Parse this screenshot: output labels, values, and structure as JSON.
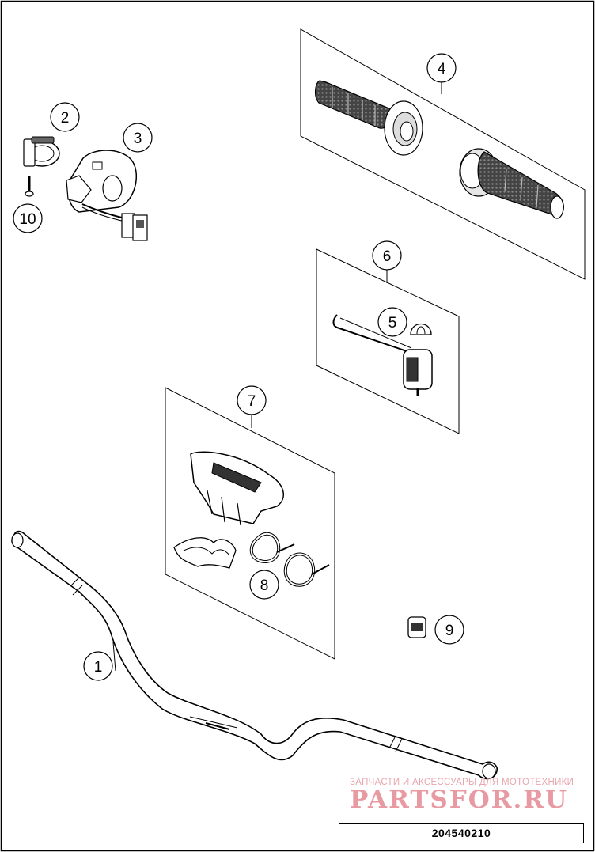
{
  "callouts": [
    {
      "id": "1",
      "label": "1"
    },
    {
      "id": "2",
      "label": "2"
    },
    {
      "id": "3",
      "label": "3"
    },
    {
      "id": "4",
      "label": "4"
    },
    {
      "id": "5",
      "label": "5"
    },
    {
      "id": "6",
      "label": "6"
    },
    {
      "id": "7",
      "label": "7"
    },
    {
      "id": "8",
      "label": "8"
    },
    {
      "id": "9",
      "label": "9"
    },
    {
      "id": "10",
      "label": "10"
    }
  ],
  "watermark": {
    "tagline": "ЗАПЧАСТИ И АКСЕССУАРЫ ДЛЯ МОТОТЕХНИКИ",
    "brand": "PARTSFOR.RU"
  },
  "diagram_number": "204540210",
  "colors": {
    "line": "#000000",
    "watermark": "#e89aa3"
  }
}
